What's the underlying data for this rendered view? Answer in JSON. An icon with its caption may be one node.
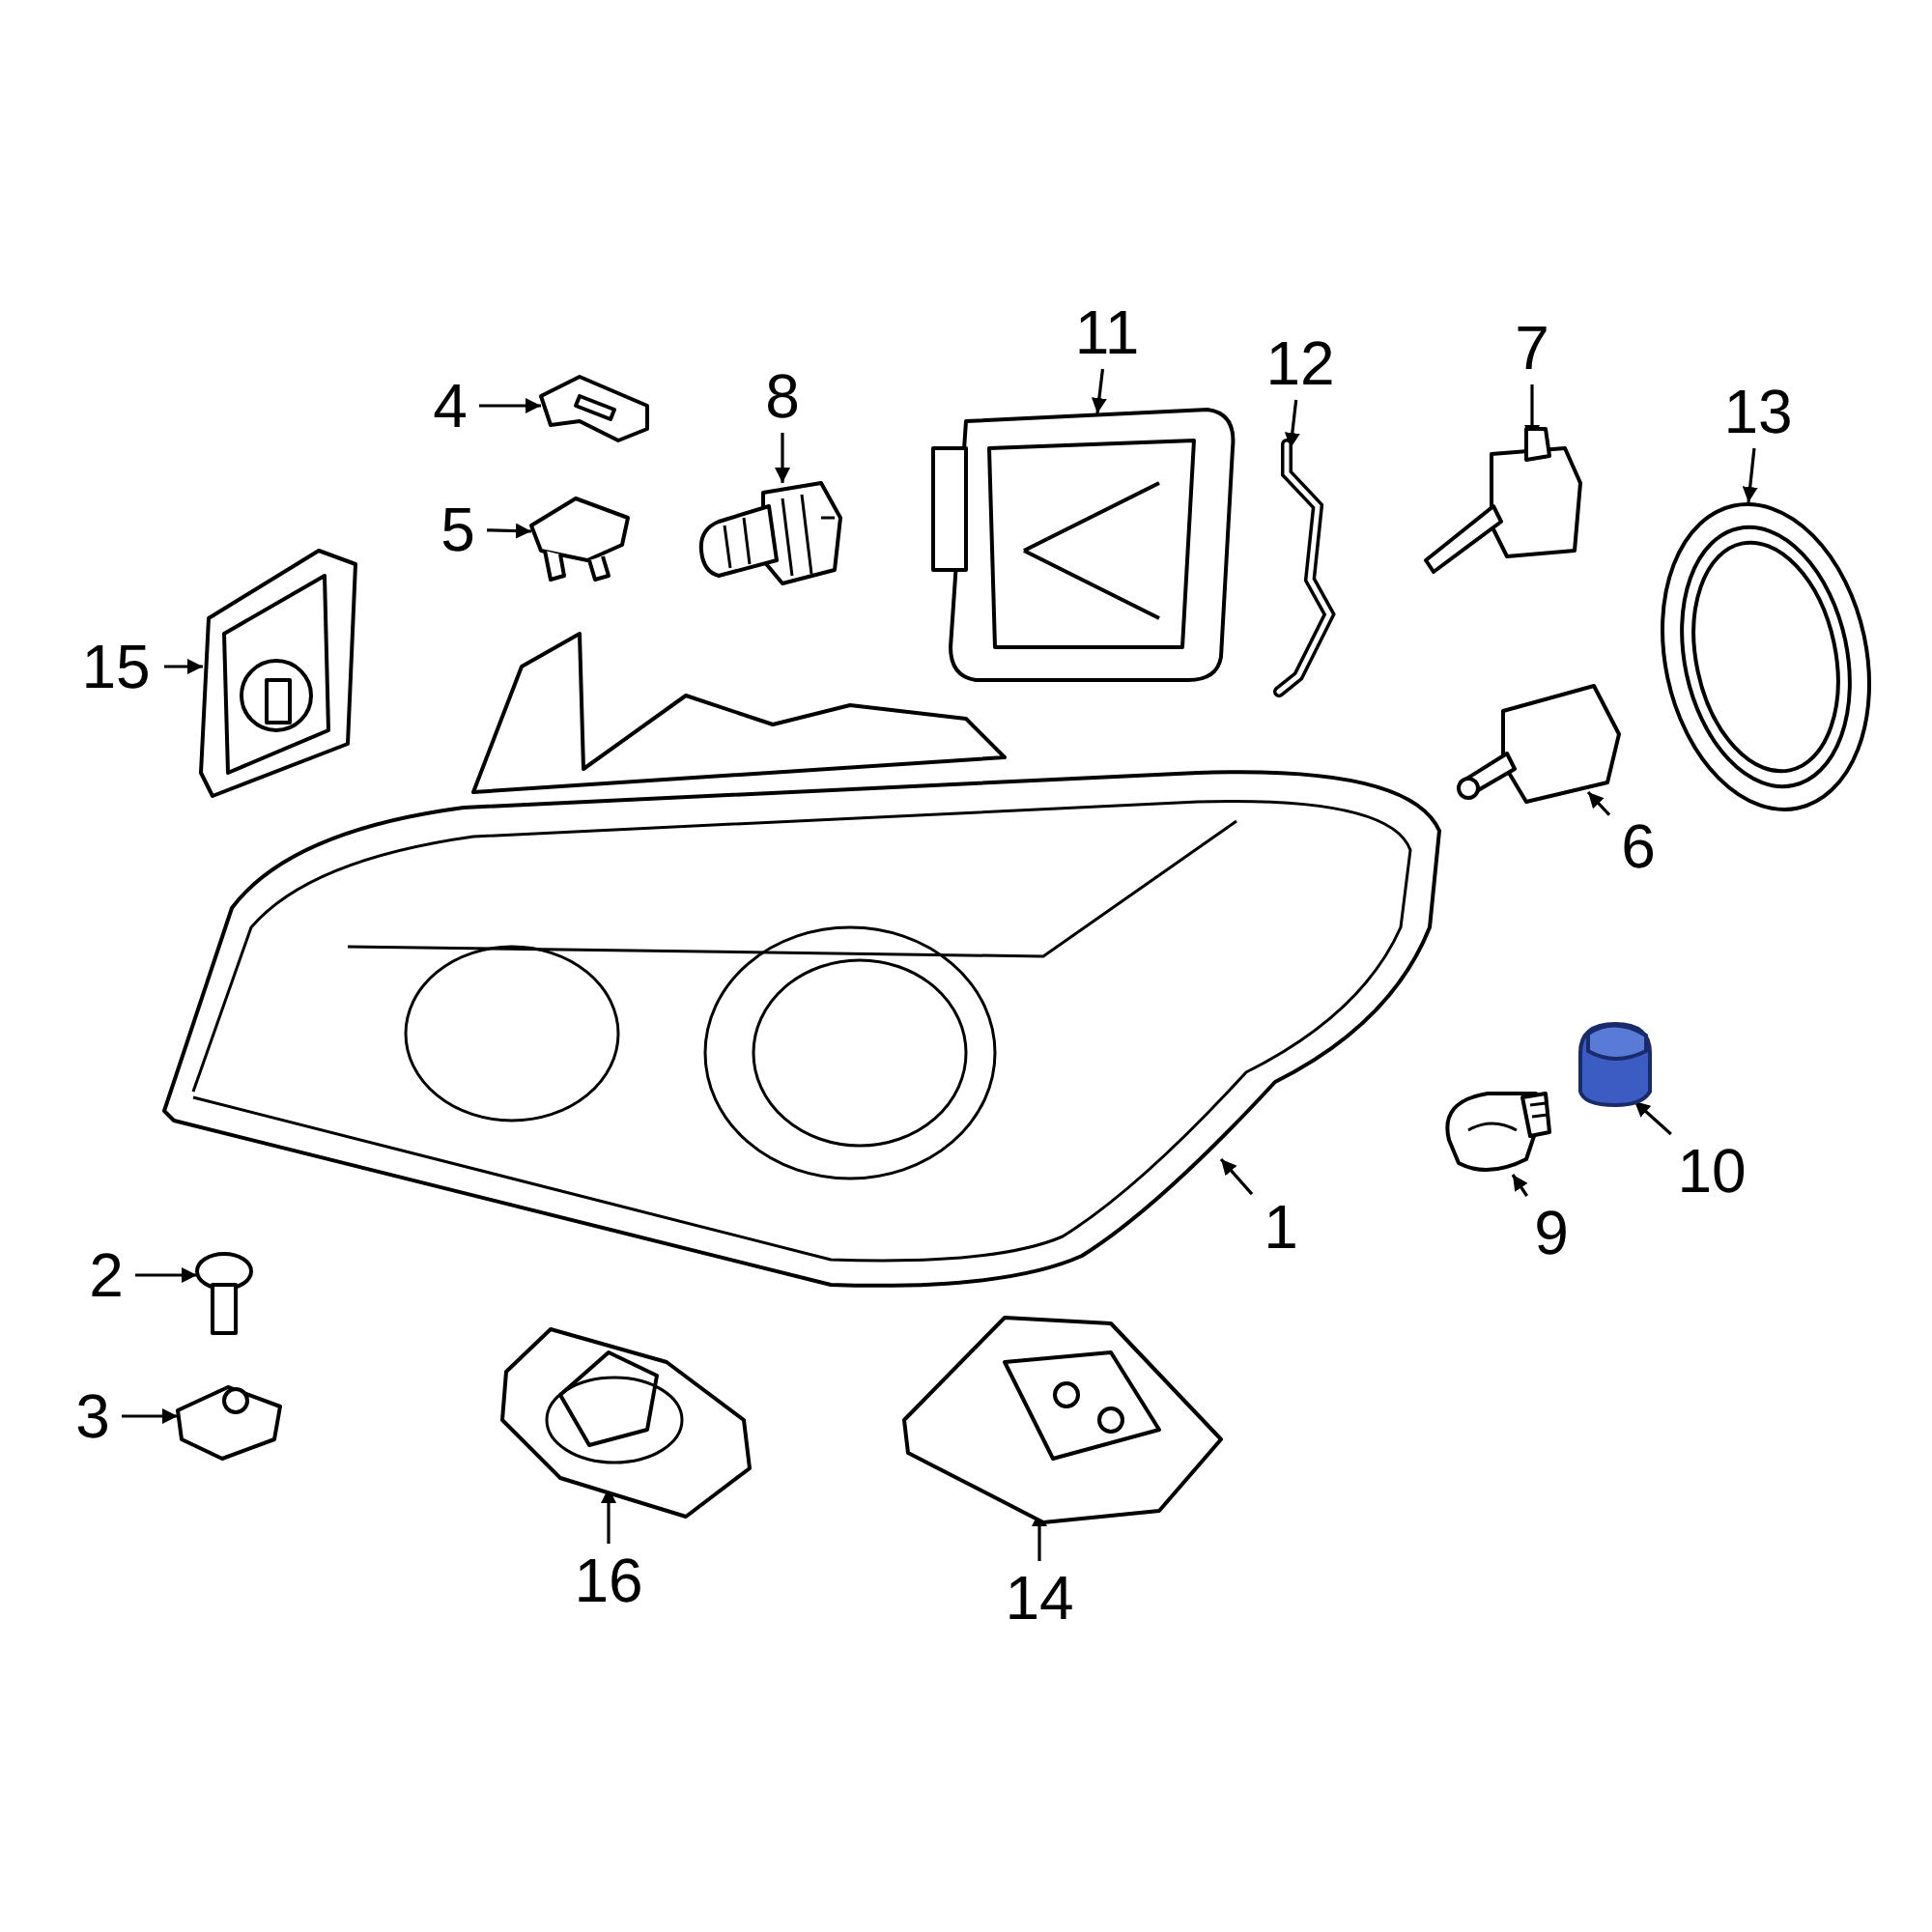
{
  "diagram": {
    "nodes": [
      {
        "text": [
          "11"
        ]
      },
      {
        "text": [],
        "shape": "picture"
      },
      {
        "text": [
          "7"
        ]
      },
      {
        "text": [],
        "shape": "picture"
      },
      {
        "text": [
          "12"
        ]
      },
      {
        "text": [],
        "shape": "picture"
      },
      {
        "text": [
          "8"
        ]
      },
      {
        "text": [],
        "shape": "picture"
      },
      {
        "text": [
          "4"
        ]
      },
      {
        "text": [],
        "shape": "picture"
      },
      {
        "text": [
          "13"
        ]
      },
      {
        "text": [],
        "shape": "picture"
      },
      {
        "text": [
          "5"
        ]
      },
      {
        "text": [],
        "shape": "picture"
      },
      {
        "text": [
          "15"
        ]
      },
      {
        "text": [],
        "shape": "picture"
      },
      {
        "text": [
          "6"
        ]
      },
      {
        "text": [],
        "shape": "picture"
      },
      {
        "text": [
          "10"
        ]
      },
      {
        "text": [],
        "shape": "picture"
      },
      {
        "text": [
          "1"
        ]
      },
      {
        "text": [],
        "shape": "picture"
      },
      {
        "text": [
          "9"
        ]
      },
      {
        "text": [],
        "shape": "picture"
      },
      {
        "text": [
          "2"
        ]
      },
      {
        "text": [],
        "shape": "picture"
      },
      {
        "text": [
          "3"
        ]
      },
      {
        "text": [],
        "shape": "picture"
      },
      {
        "text": [
          "16"
        ]
      },
      {
        "text": [],
        "shape": "picture"
      },
      {
        "text": [
          "14"
        ]
      },
      {
        "text": [],
        "shape": "picture"
      }
    ],
    "edges": [
      {
        "from": 0,
        "to": 1,
        "arrow": "to"
      },
      {
        "from": 2,
        "to": 3,
        "arrow": "to"
      },
      {
        "from": 4,
        "to": 5,
        "arrow": "to"
      },
      {
        "from": 6,
        "to": 7,
        "arrow": "to"
      },
      {
        "from": 8,
        "to": 9,
        "arrow": "to"
      },
      {
        "from": 10,
        "to": 11,
        "arrow": "to"
      },
      {
        "from": 12,
        "to": 13,
        "arrow": "to"
      },
      {
        "from": 14,
        "to": 15,
        "arrow": "to"
      },
      {
        "from": 16,
        "to": 17,
        "arrow": "to"
      },
      {
        "from": 18,
        "to": 19,
        "arrow": "to"
      },
      {
        "from": 20,
        "to": 21,
        "arrow": "to"
      },
      {
        "from": 22,
        "to": 23,
        "arrow": "to"
      },
      {
        "from": 24,
        "to": 25,
        "arrow": "to"
      },
      {
        "from": 26,
        "to": 27,
        "arrow": "to"
      },
      {
        "from": 28,
        "to": 29,
        "arrow": "to"
      },
      {
        "from": 30,
        "to": 31,
        "arrow": "to"
      }
    ]
  }
}
